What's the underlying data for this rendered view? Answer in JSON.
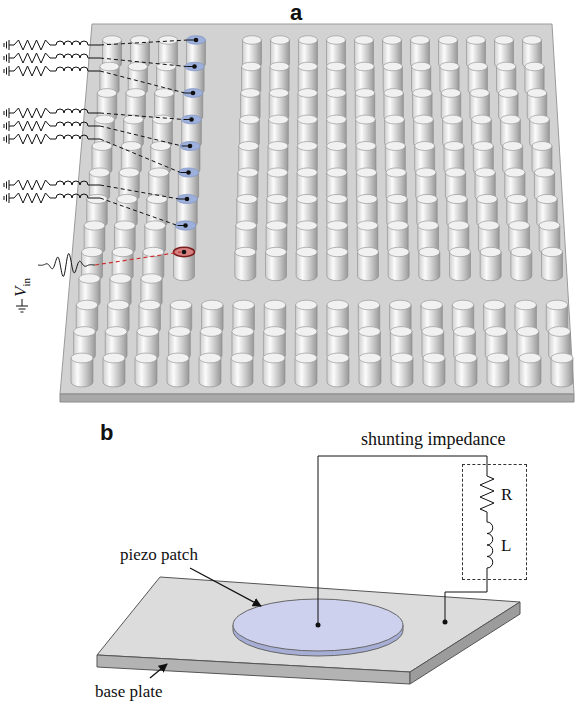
{
  "diagram": {
    "nodes": [
      {
        "text": [
          "shunting impedance",
          "R",
          "L"
        ]
      }
    ],
    "labels": [
      "a",
      "V",
      "in",
      "b",
      "piezo patch",
      "base plate"
    ]
  }
}
